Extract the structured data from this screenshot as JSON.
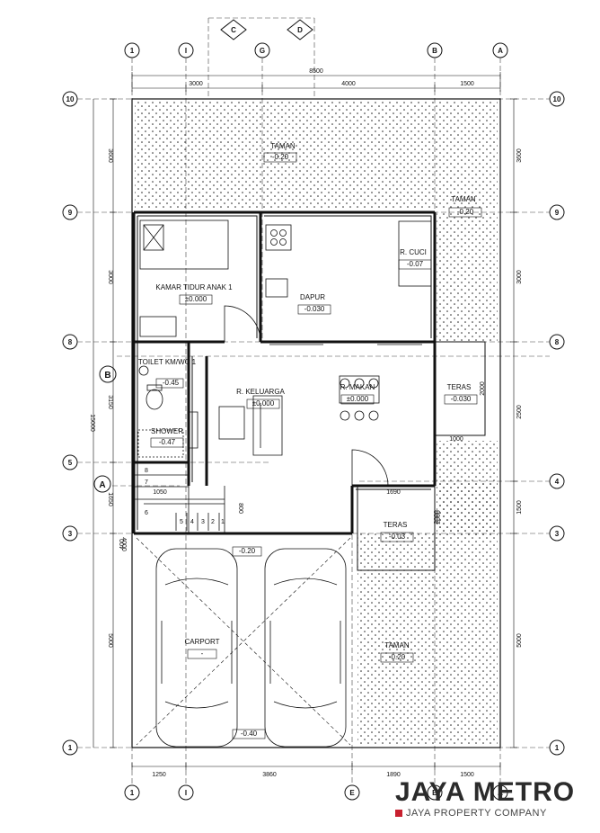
{
  "rooms": [
    {
      "id": "taman_top",
      "name": "TAMAN",
      "level": "-0.20"
    },
    {
      "id": "taman_right",
      "name": "TAMAN",
      "level": "-0.20"
    },
    {
      "id": "kamar",
      "name": "KAMAR TIDUR ANAK 1",
      "level": "±0.000"
    },
    {
      "id": "dapur",
      "name": "DAPUR",
      "level": "-0.030"
    },
    {
      "id": "cuci",
      "name": "R. CUCI",
      "level": "-0.07"
    },
    {
      "id": "toilet",
      "name": "TOILET KM/WC 1",
      "level": "-0.45"
    },
    {
      "id": "shower",
      "name": "SHOWER",
      "level": "-0.47"
    },
    {
      "id": "keluarga",
      "name": "R. KELUARGA",
      "level": "±0.000"
    },
    {
      "id": "makan",
      "name": "R. MAKAN",
      "level": "±0.000"
    },
    {
      "id": "teras_side",
      "name": "TERAS",
      "level": "-0.030"
    },
    {
      "id": "teras_front",
      "name": "TERAS",
      "level": "-0.03"
    },
    {
      "id": "carport",
      "name": "CARPORT",
      "level": "-"
    },
    {
      "id": "taman_front",
      "name": "TAMAN",
      "level": "-0.20"
    }
  ],
  "spot_levels": {
    "stair_landing": "-0.20",
    "carport_front": "-0.40"
  },
  "grid": {
    "columns_top": [
      "1",
      "I",
      "G",
      "C",
      "D",
      "B",
      "A"
    ],
    "columns_bottom": [
      "1",
      "I",
      "E",
      "B",
      "A"
    ],
    "rows_left": [
      "10",
      "9",
      "8",
      "5",
      "3",
      "1"
    ],
    "rows_right": [
      "10",
      "9",
      "8",
      "4",
      "3",
      "1"
    ],
    "section_marks": [
      "A",
      "B"
    ]
  },
  "dimensions": {
    "top_total": "8500",
    "top_segments": [
      "3000",
      "4000",
      "1500"
    ],
    "bottom_segments": [
      "1250",
      "3860",
      "1890",
      "1500"
    ],
    "left_total": "15000",
    "left_segments": [
      "3600",
      "3000",
      "3150",
      "1650",
      "4000",
      "5000"
    ],
    "right_segments": [
      "3600",
      "3000",
      "2500",
      "1500",
      "2000",
      "5000"
    ],
    "inner": [
      "1050",
      "1690",
      "2000",
      "1000",
      "2000",
      "800",
      "400"
    ]
  },
  "stairs": [
    "8",
    "7",
    "6",
    "5",
    "4",
    "3",
    "2",
    "1"
  ],
  "brand": {
    "name": "JAYA METRO",
    "tagline": "JAYA PROPERTY COMPANY",
    "accent": "#c8202f"
  }
}
